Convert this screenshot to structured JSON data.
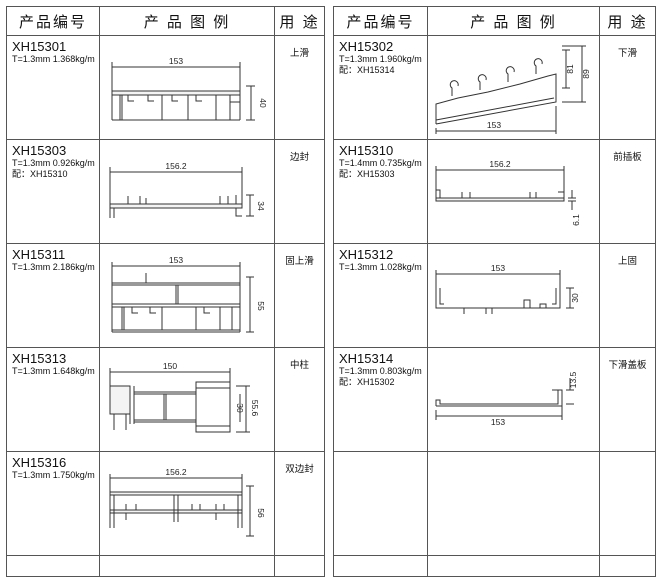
{
  "headers": {
    "code": "产品编号",
    "image": "产 品 图 例",
    "use": "用 途"
  },
  "left": [
    {
      "code": "XH15301",
      "spec": "T=1.3mm  1.368kg/m",
      "pair": "",
      "use": "上滑",
      "dims": {
        "width": "153",
        "height": "40"
      }
    },
    {
      "code": "XH15303",
      "spec": "T=1.3mm  0.926kg/m",
      "pair": "配：XH15310",
      "use": "边封",
      "dims": {
        "width": "156.2",
        "height": "34"
      }
    },
    {
      "code": "XH15311",
      "spec": "T=1.3mm  2.186kg/m",
      "pair": "",
      "use": "固上滑",
      "dims": {
        "width": "153",
        "height": "55"
      }
    },
    {
      "code": "XH15313",
      "spec": "T=1.3mm  1.648kg/m",
      "pair": "",
      "use": "中柱",
      "dims": {
        "width": "150",
        "height": "30",
        "height2": "55.6"
      }
    },
    {
      "code": "XH15316",
      "spec": "T=1.3mm  1.750kg/m",
      "pair": "",
      "use": "双边封",
      "dims": {
        "width": "156.2",
        "height": "56"
      }
    }
  ],
  "right": [
    {
      "code": "XH15302",
      "spec": "T=1.3mm  1.960kg/m",
      "pair": "配：XH15314",
      "use": "下滑",
      "dims": {
        "width": "153",
        "height": "81",
        "height2": "89"
      }
    },
    {
      "code": "XH15310",
      "spec": "T=1.4mm  0.735kg/m",
      "pair": "配：XH15303",
      "use": "前插板",
      "dims": {
        "width": "156.2",
        "height": "6.1"
      }
    },
    {
      "code": "XH15312",
      "spec": "T=1.3mm  1.028kg/m",
      "pair": "",
      "use": "上固",
      "dims": {
        "width": "153",
        "height": "30"
      }
    },
    {
      "code": "XH15314",
      "spec": "T=1.3mm  0.803kg/m",
      "pair": "配：XH15302",
      "use": "下滑盖板",
      "dims": {
        "width": "153",
        "height": "13.5"
      }
    },
    {
      "code": "",
      "spec": "",
      "pair": "",
      "use": "",
      "dims": {}
    }
  ]
}
